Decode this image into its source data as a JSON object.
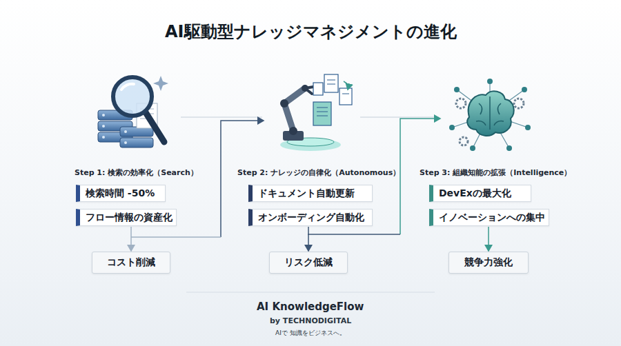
{
  "diagram": {
    "title": "AI駆動型ナレッジマネジメントの進化",
    "nodes": [
      {
        "text": [
          "検索時間 -50%"
        ]
      },
      {
        "text": [
          "フロー情報の資産化"
        ]
      },
      {
        "text": [
          "ドキュメント自動更新"
        ]
      },
      {
        "text": [
          "オンボーディング自動化"
        ]
      },
      {
        "text": [
          "DevExの最大化"
        ]
      },
      {
        "text": [
          "イノベーションへの集中"
        ]
      },
      {
        "text": [
          "コスト削減"
        ]
      },
      {
        "text": [
          "リスク低減"
        ]
      },
      {
        "text": [
          "競争力強化"
        ]
      }
    ],
    "edges": [
      {
        "from": 1,
        "to": 6,
        "arrow": "to"
      },
      {
        "from": 3,
        "to": 7,
        "arrow": "to"
      },
      {
        "from": 5,
        "to": 8,
        "arrow": "to"
      }
    ],
    "labels": [
      "Step 1: 検索の効率化（Search）",
      "Step 2: ナレッジの自律化（Autonomous）",
      "Step 3: 組織知能の拡張（Intelligence）",
      "AI KnowledgeFlow",
      "by TECHNODIGITAL",
      "AIで 知識をビジネスへ。"
    ]
  }
}
